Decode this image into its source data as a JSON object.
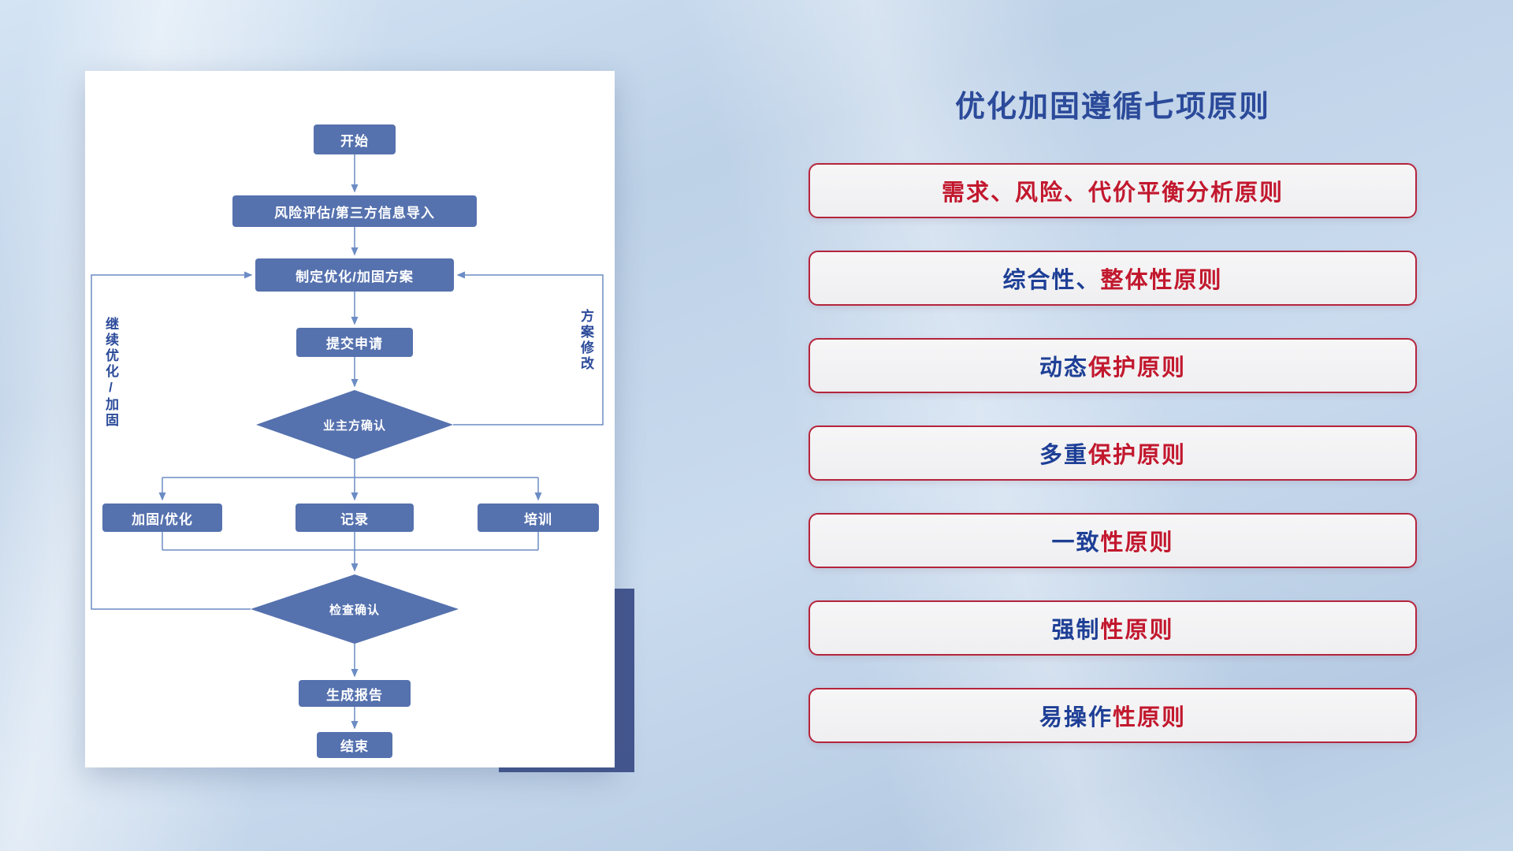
{
  "flowchart": {
    "nodes": {
      "start": "开始",
      "risk_import": "风险评估/第三方信息导入",
      "make_plan": "制定优化/加固方案",
      "submit": "提交申请",
      "owner_confirm": "业主方确认",
      "reinforce": "加固/优化",
      "record": "记录",
      "training": "培训",
      "check_confirm": "检查确认",
      "report": "生成报告",
      "end": "结束"
    },
    "side_labels": {
      "continue_optimize": "继续优化/加固",
      "plan_modify": "方案修改"
    }
  },
  "principles": {
    "title": "优化加固遵循七项原则",
    "items": [
      {
        "blue": "",
        "red": "需求、风险、代价平衡分析原则"
      },
      {
        "blue": "综合性、",
        "red": "整体性原则"
      },
      {
        "blue": "动态",
        "red": "保护原则"
      },
      {
        "blue": "多重",
        "red": "保护原则"
      },
      {
        "blue": "一致",
        "red": "性原则"
      },
      {
        "blue": "强制",
        "red": "性原则"
      },
      {
        "blue": "易操作",
        "red": "性原则"
      }
    ]
  },
  "colors": {
    "flow_node_blue": "#5571ae",
    "connector_blue": "#6c8cc4",
    "title_navy": "#2b4a9a",
    "principle_red": "#c2182e",
    "principle_navy": "#1e3f96",
    "principle_border": "#b5243c",
    "card_shadow_navy": "#44568e",
    "background_blue": "#c4d7ea"
  }
}
